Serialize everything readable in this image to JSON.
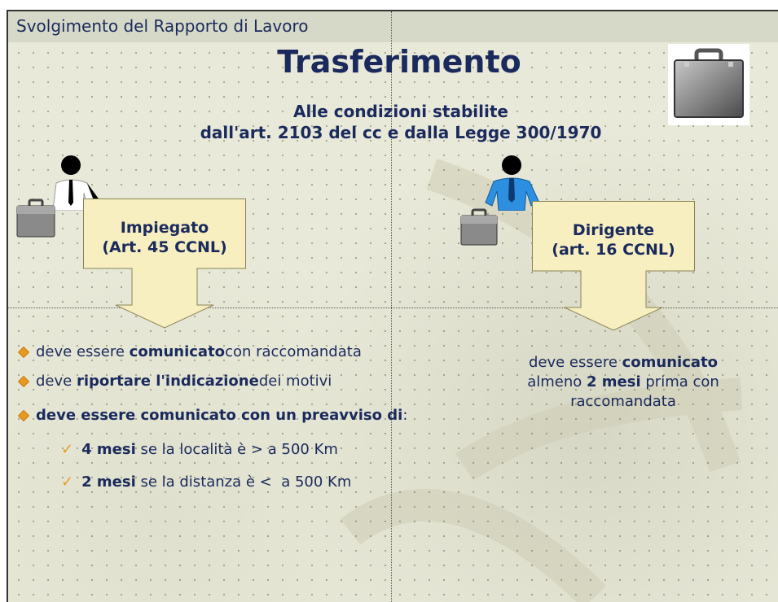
{
  "header": {
    "section_title": "Svolgimento del Rapporto di Lavoro"
  },
  "title": "Trasferimento",
  "subtitle": {
    "line1": "Alle condizioni stabilite",
    "line2": "dall'art. 2103 del cc e dalla Legge 300/1970"
  },
  "left": {
    "callout": {
      "line1": "Impiegato",
      "line2": "(Art. 45 CCNL)"
    },
    "bullets": [
      {
        "pre": "deve essere ",
        "bold": "comunicato",
        "post": " con raccomandata"
      },
      {
        "pre": "deve ",
        "bold": "riportare l'indicazione",
        "post": " dei motivi"
      },
      {
        "pre": "",
        "bold": "deve essere comunicato con un preavviso di",
        "post": ":"
      }
    ],
    "sub_items": [
      {
        "bold": "4 mesi",
        "text": " se la località è > a 500 Km"
      },
      {
        "bold": "2 mesi",
        "text": " se la distanza è <  a 500 Km"
      }
    ]
  },
  "right": {
    "callout": {
      "line1": "Dirigente",
      "line2": "(art. 16 CCNL)"
    },
    "note": {
      "l1_pre": "deve essere ",
      "l1_bold": "comunicato",
      "l2_pre": "almeno ",
      "l2_bold": "2 mesi",
      "l2_post": " prima con",
      "l3": "raccomandata"
    }
  },
  "icons": {
    "briefcase": "briefcase-icon",
    "person_employee": "employee-icon",
    "person_manager": "manager-icon"
  },
  "colors": {
    "navy": "#1a2a5c",
    "callout_fill": "#f7efbf",
    "bullet": "#e89a20",
    "background": "#e9e9d9"
  }
}
